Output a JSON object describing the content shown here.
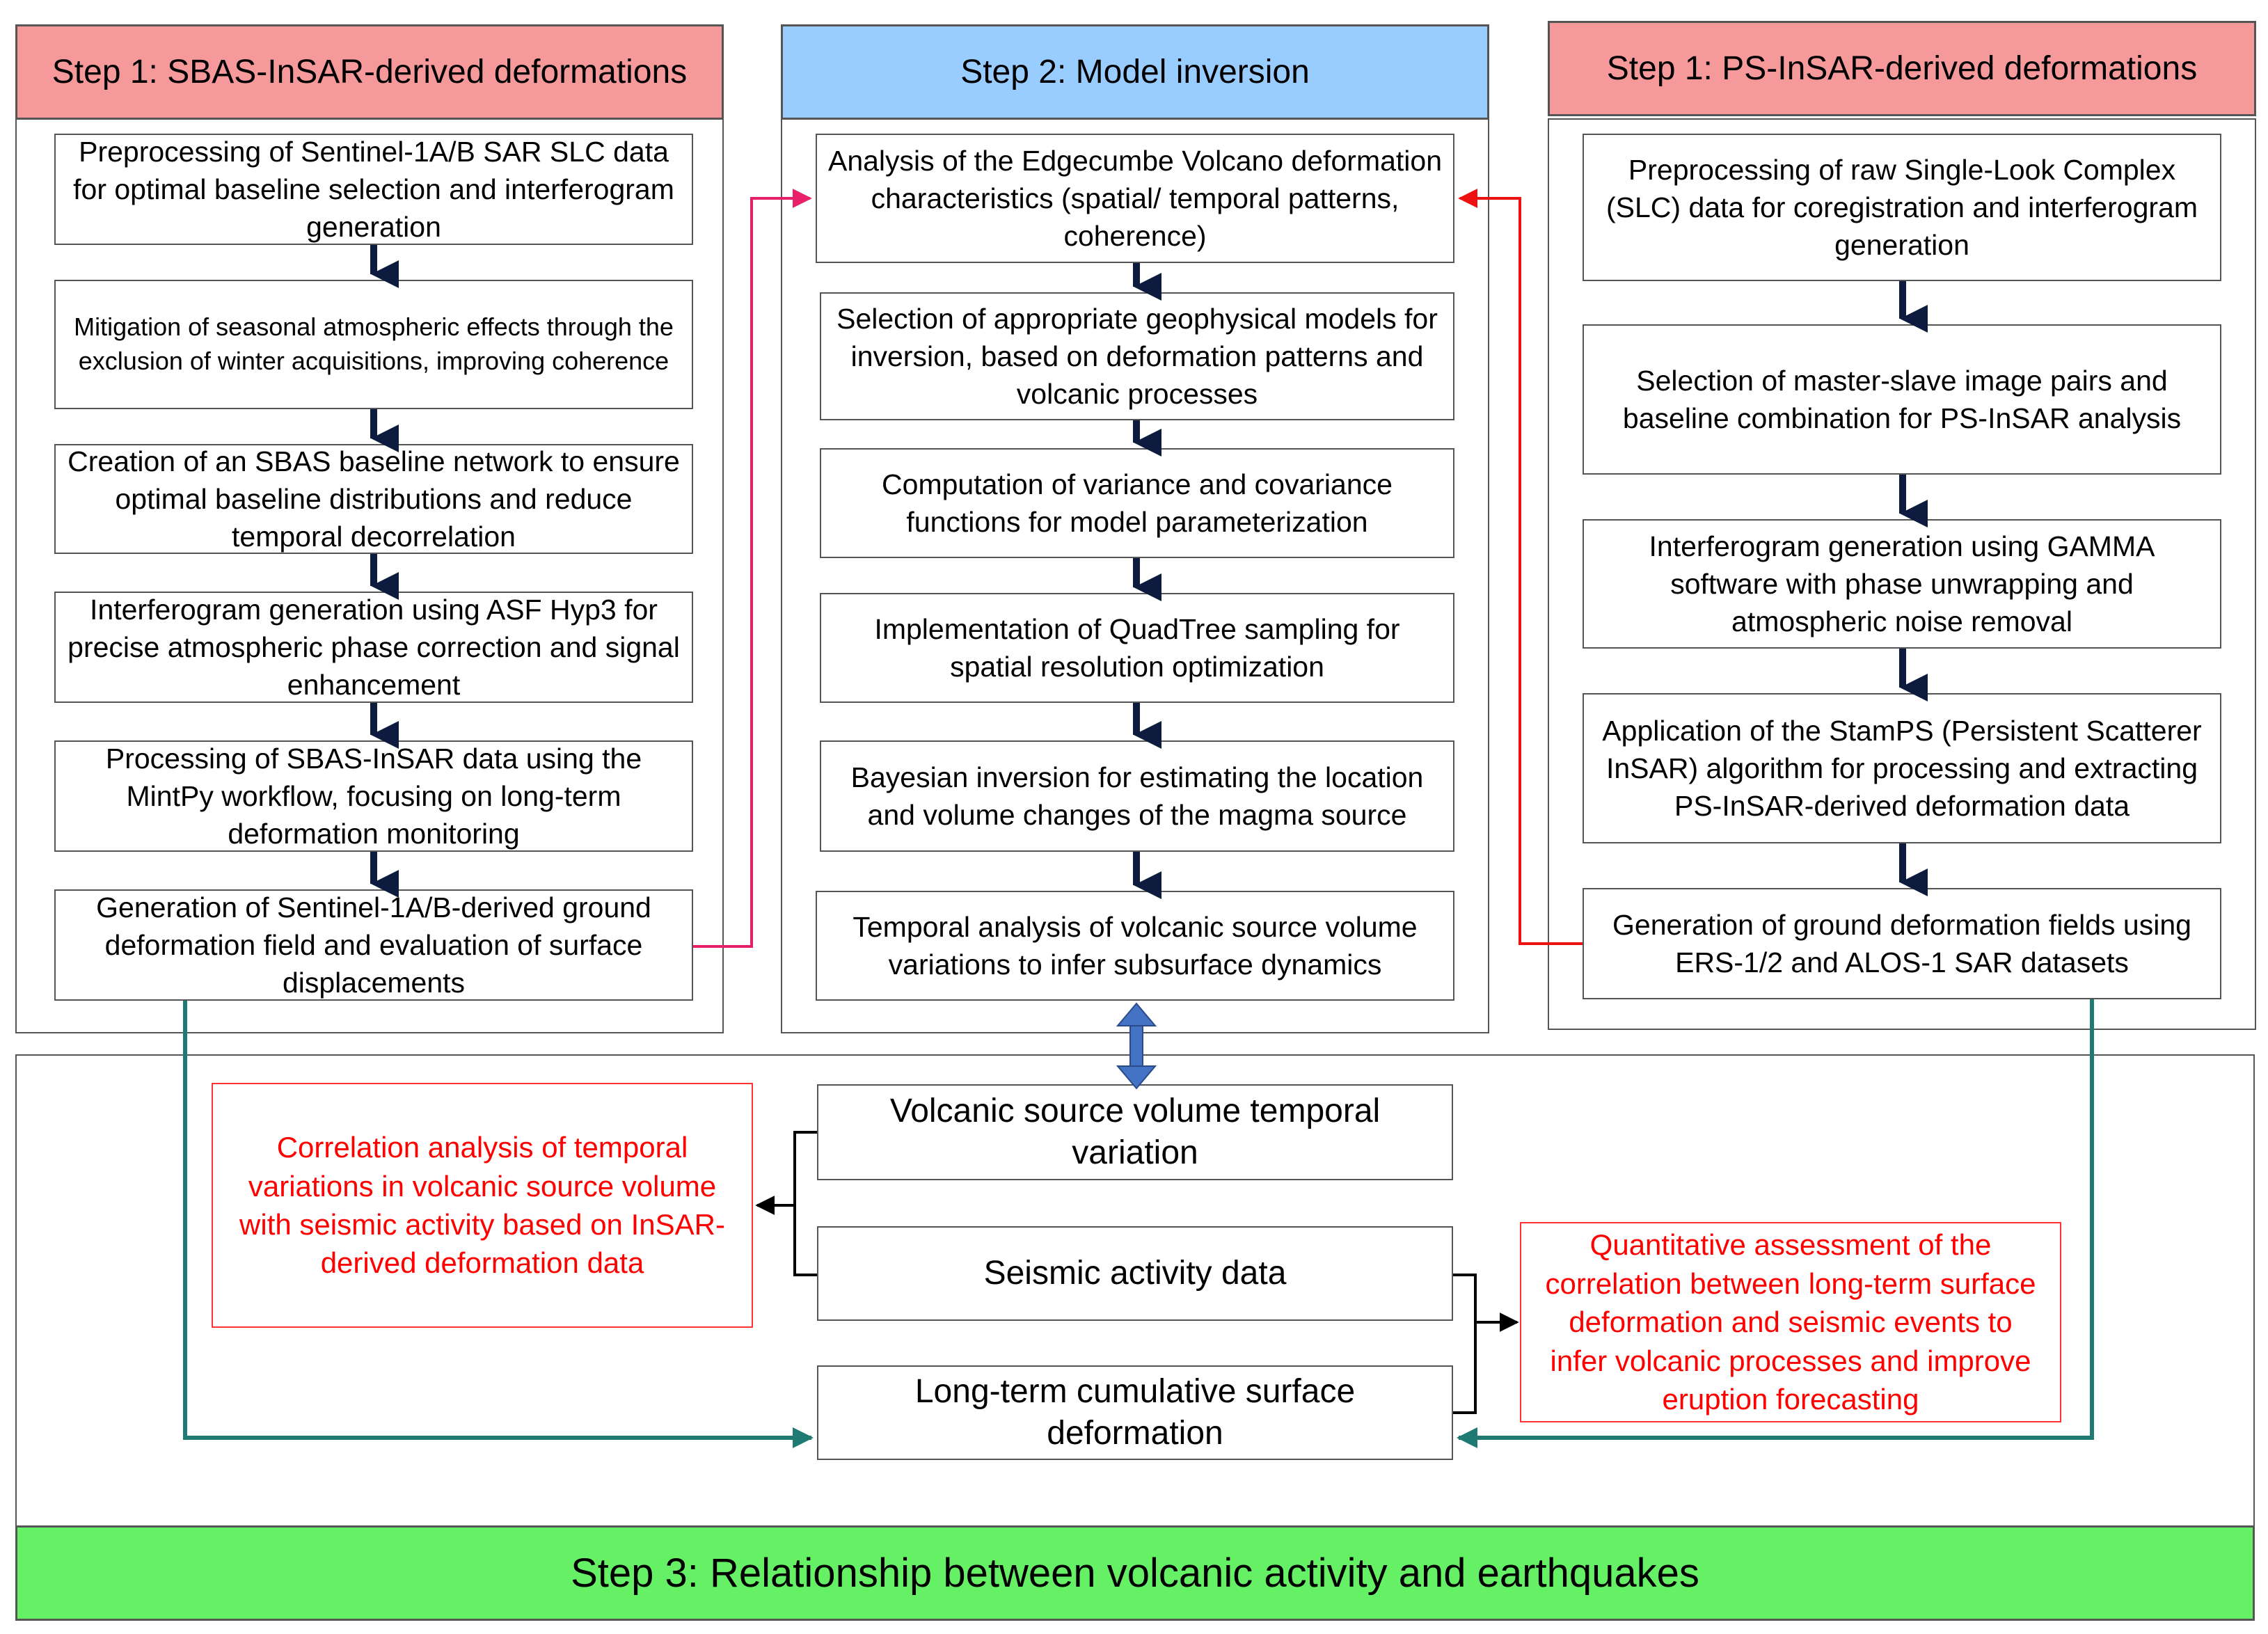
{
  "step1_sbas": {
    "header": "Step 1: SBAS-InSAR-derived deformations",
    "boxes": [
      "Preprocessing of Sentinel-1A/B SAR SLC data for optimal baseline selection and interferogram generation",
      "Mitigation of seasonal atmospheric effects through the exclusion of winter acquisitions, improving coherence",
      "Creation of an SBAS baseline network to ensure optimal baseline distributions and reduce temporal decorrelation",
      "Interferogram generation using ASF Hyp3 for precise atmospheric phase correction and signal enhancement",
      "Processing of SBAS-InSAR data using the MintPy workflow, focusing on long-term deformation monitoring",
      "Generation of Sentinel-1A/B-derived ground deformation field and evaluation of surface displacements"
    ]
  },
  "step2": {
    "header": "Step 2: Model inversion",
    "boxes": [
      "Analysis of the Edgecumbe Volcano deformation characteristics (spatial/ temporal patterns, coherence)",
      "Selection of appropriate geophysical models for inversion, based on deformation patterns and volcanic processes",
      "Computation of variance and covariance functions for model parameterization",
      "Implementation of QuadTree sampling for spatial resolution optimization",
      "Bayesian inversion for estimating the location and volume changes of the magma source",
      "Temporal analysis of volcanic source volume variations to infer subsurface dynamics"
    ]
  },
  "step1_ps": {
    "header": "Step 1: PS-InSAR-derived deformations",
    "boxes": [
      "Preprocessing of raw Single-Look Complex (SLC) data for coregistration and interferogram generation",
      "Selection of master-slave image pairs and baseline combination for PS-InSAR analysis",
      "Interferogram generation using GAMMA software with phase unwrapping and atmospheric noise removal",
      "Application of the StamPS (Persistent Scatterer InSAR) algorithm for processing and extracting PS-InSAR-derived deformation data",
      "Generation of ground deformation fields using ERS-1/2 and ALOS-1 SAR datasets"
    ]
  },
  "step3": {
    "header": "Step 3: Relationship between volcanic activity and earthquakes",
    "volume": "Volcanic source volume temporal variation",
    "seismic": "Seismic activity data",
    "cumulative": "Long-term cumulative surface deformation",
    "correlation": "Correlation analysis of temporal variations in volcanic source volume with seismic activity based on InSAR-derived deformation data",
    "assessment": "Quantitative assessment of the correlation between long-term surface deformation and seismic events to infer volcanic processes and improve eruption forecasting"
  },
  "colors": {
    "step1_header": "#f6999a",
    "step2_header": "#99ccff",
    "step3_header": "#66f066",
    "red_text": "#ff0000",
    "pink_link": "#e8206a",
    "red_link": "#ee1111",
    "teal_link": "#1f7a73",
    "blue_arrow": "#4472c4",
    "dark_arrow": "#0d1b3e"
  }
}
